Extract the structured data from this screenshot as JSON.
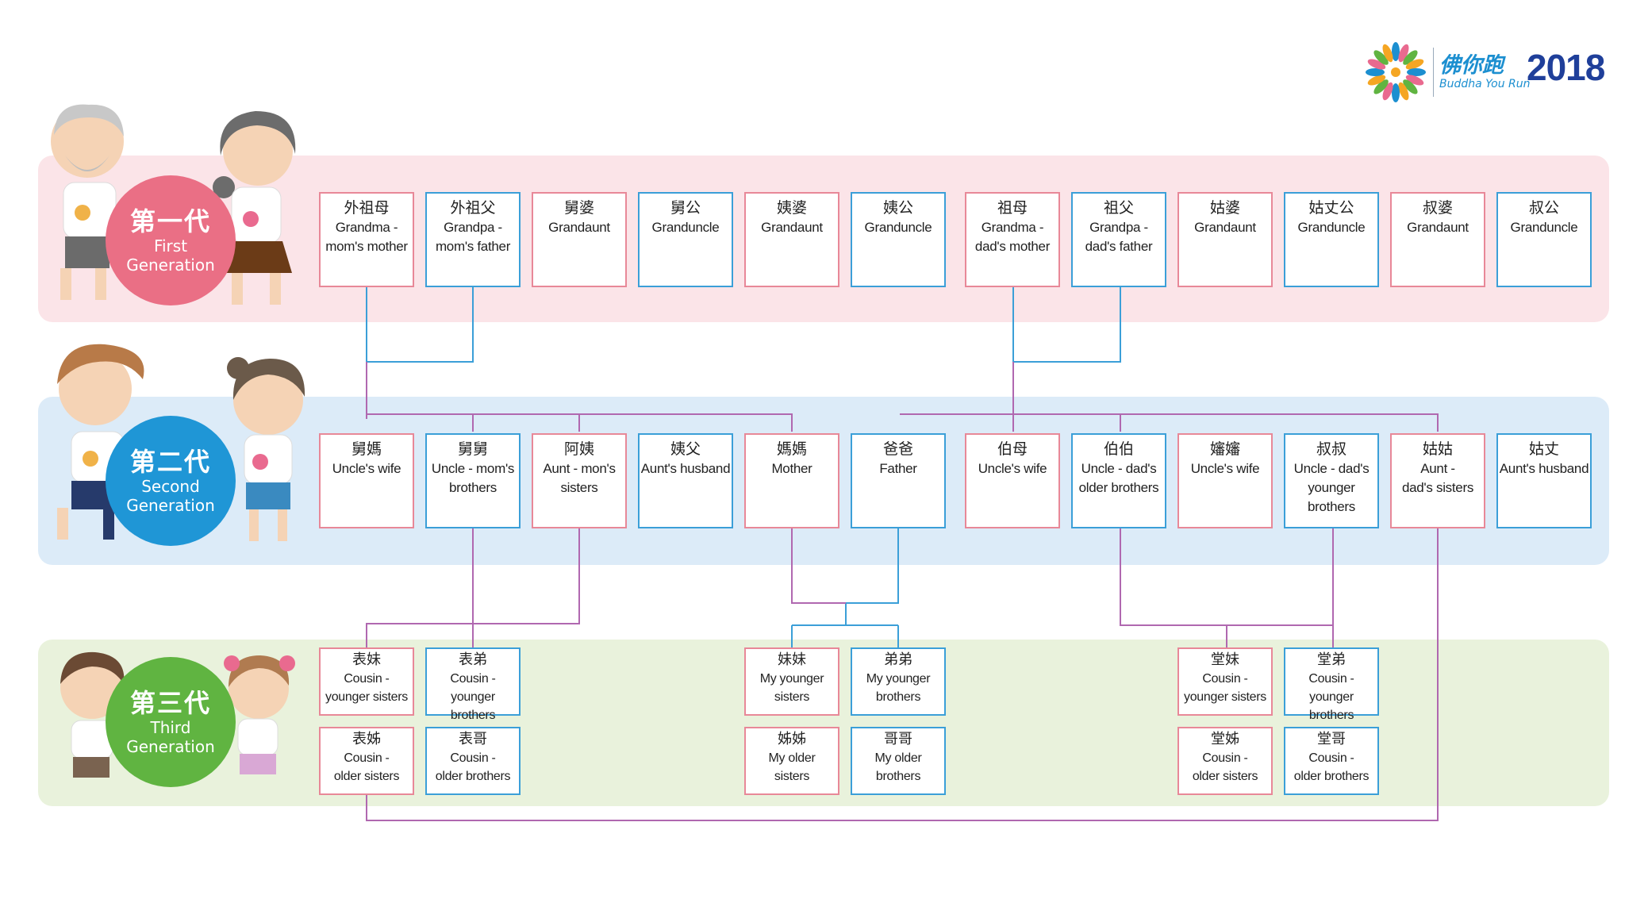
{
  "logo": {
    "brand_zh": "佛你跑",
    "brand_en": "Buddha You Run",
    "year": "2018"
  },
  "generations": [
    {
      "zh": "第一代",
      "en_line1": "First",
      "en_line2": "Generation",
      "color": "#ea6f85"
    },
    {
      "zh": "第二代",
      "en_line1": "Second",
      "en_line2": "Generation",
      "color": "#1f96d6"
    },
    {
      "zh": "第三代",
      "en_line1": "Third",
      "en_line2": "Generation",
      "color": "#60b441"
    }
  ],
  "first_generation": [
    {
      "zh": "外祖母",
      "en": [
        "Grandma -",
        "mom's mother"
      ],
      "gender": "female"
    },
    {
      "zh": "外祖父",
      "en": [
        "Grandpa -",
        "mom's father"
      ],
      "gender": "male"
    },
    {
      "zh": "舅婆",
      "en": [
        "Grandaunt"
      ],
      "gender": "female"
    },
    {
      "zh": "舅公",
      "en": [
        "Granduncle"
      ],
      "gender": "male"
    },
    {
      "zh": "姨婆",
      "en": [
        "Grandaunt"
      ],
      "gender": "female"
    },
    {
      "zh": "姨公",
      "en": [
        "Granduncle"
      ],
      "gender": "male"
    },
    {
      "zh": "祖母",
      "en": [
        "Grandma -",
        "dad's mother"
      ],
      "gender": "female"
    },
    {
      "zh": "祖父",
      "en": [
        "Grandpa -",
        "dad's father"
      ],
      "gender": "male"
    },
    {
      "zh": "姑婆",
      "en": [
        "Grandaunt"
      ],
      "gender": "female"
    },
    {
      "zh": "姑丈公",
      "en": [
        "Granduncle"
      ],
      "gender": "male"
    },
    {
      "zh": "叔婆",
      "en": [
        "Grandaunt"
      ],
      "gender": "female"
    },
    {
      "zh": "叔公",
      "en": [
        "Granduncle"
      ],
      "gender": "male"
    }
  ],
  "second_generation": [
    {
      "zh": "舅媽",
      "en": [
        "Uncle's wife"
      ],
      "gender": "female"
    },
    {
      "zh": "舅舅",
      "en": [
        "Uncle - mom's",
        "brothers"
      ],
      "gender": "male"
    },
    {
      "zh": "阿姨",
      "en": [
        "Aunt - mon's",
        "sisters"
      ],
      "gender": "female"
    },
    {
      "zh": "姨父",
      "en": [
        "Aunt's husband"
      ],
      "gender": "male"
    },
    {
      "zh": "媽媽",
      "en": [
        "Mother"
      ],
      "gender": "female"
    },
    {
      "zh": "爸爸",
      "en": [
        "Father"
      ],
      "gender": "male"
    },
    {
      "zh": "伯母",
      "en": [
        "Uncle's wife"
      ],
      "gender": "female"
    },
    {
      "zh": "伯伯",
      "en": [
        "Uncle - dad's",
        "older brothers"
      ],
      "gender": "male"
    },
    {
      "zh": "嬸嬸",
      "en": [
        "Uncle's wife"
      ],
      "gender": "female"
    },
    {
      "zh": "叔叔",
      "en": [
        "Uncle - dad's",
        "younger brothers"
      ],
      "gender": "male"
    },
    {
      "zh": "姑姑",
      "en": [
        "Aunt -",
        "dad's sisters"
      ],
      "gender": "female"
    },
    {
      "zh": "姑丈",
      "en": [
        "Aunt's husband"
      ],
      "gender": "male"
    }
  ],
  "third_generation": [
    {
      "zh": "表妹",
      "en": [
        "Cousin -",
        "younger sisters"
      ],
      "gender": "female"
    },
    {
      "zh": "表弟",
      "en": [
        "Cousin -",
        "younger brothers"
      ],
      "gender": "male"
    },
    {
      "zh": "表姊",
      "en": [
        "Cousin -",
        "older sisters"
      ],
      "gender": "female"
    },
    {
      "zh": "表哥",
      "en": [
        "Cousin -",
        "older brothers"
      ],
      "gender": "male"
    },
    {
      "zh": "妹妹",
      "en": [
        "My younger",
        "sisters"
      ],
      "gender": "female"
    },
    {
      "zh": "弟弟",
      "en": [
        "My younger",
        "brothers"
      ],
      "gender": "male"
    },
    {
      "zh": "姊姊",
      "en": [
        "My older",
        "sisters"
      ],
      "gender": "female"
    },
    {
      "zh": "哥哥",
      "en": [
        "My older",
        "brothers"
      ],
      "gender": "male"
    },
    {
      "zh": "堂妹",
      "en": [
        "Cousin -",
        "younger sisters"
      ],
      "gender": "female"
    },
    {
      "zh": "堂弟",
      "en": [
        "Cousin -",
        "younger brothers"
      ],
      "gender": "male"
    },
    {
      "zh": "堂姊",
      "en": [
        "Cousin -",
        "older sisters"
      ],
      "gender": "female"
    },
    {
      "zh": "堂哥",
      "en": [
        "Cousin -",
        "older brothers"
      ],
      "gender": "male"
    }
  ],
  "colors": {
    "female_border": "#e88898",
    "male_border": "#3b9fd8",
    "line_pink": "#e37f98",
    "line_blue": "#3b9fd8",
    "line_purple": "#b068b0"
  }
}
